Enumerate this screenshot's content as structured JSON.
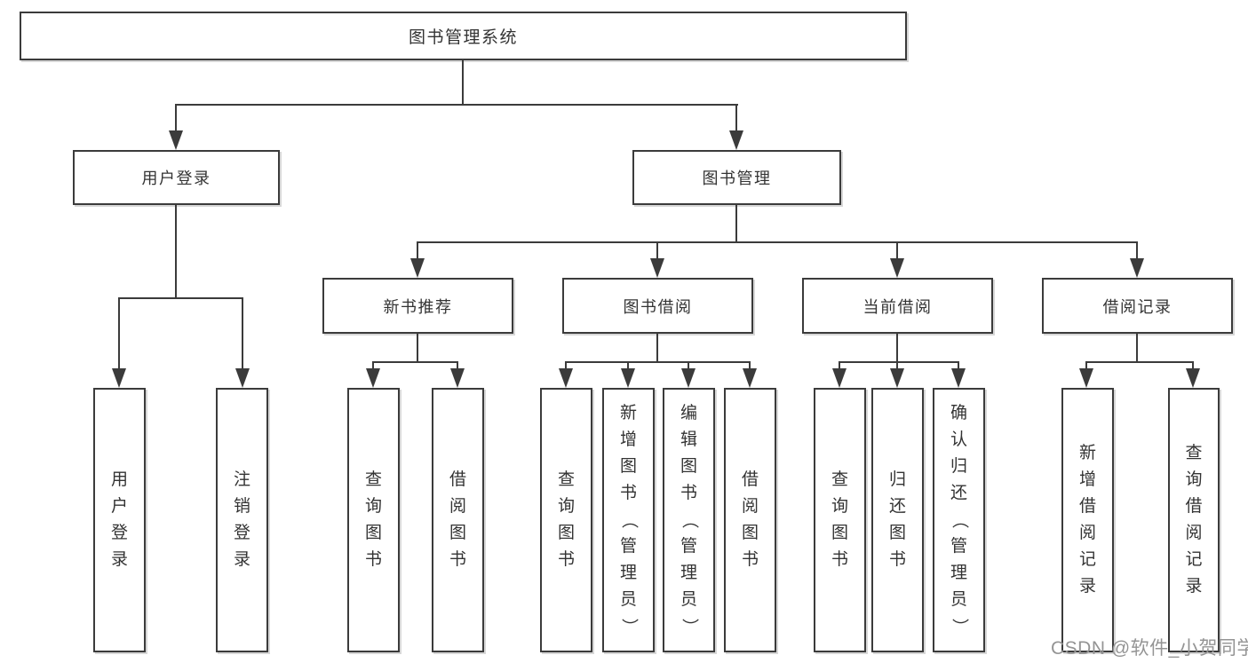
{
  "colors": {
    "line": "#3b3b3b",
    "text": "#333333",
    "watermark": "#949494",
    "background": "#ffffff"
  },
  "watermark": "CSDN @软件_小贺同学",
  "tree": {
    "root": {
      "label": "图书管理系统"
    },
    "branches": [
      {
        "label": "用户登录",
        "children": [
          {
            "label": "用户登录"
          },
          {
            "label": "注销登录"
          }
        ]
      },
      {
        "label": "图书管理",
        "children": [
          {
            "label": "新书推荐",
            "children": [
              {
                "label": "查询图书"
              },
              {
                "label": "借阅图书"
              }
            ]
          },
          {
            "label": "图书借阅",
            "children": [
              {
                "label": "查询图书"
              },
              {
                "label": "新增图书（管理员）"
              },
              {
                "label": "编辑图书（管理员）"
              },
              {
                "label": "借阅图书"
              }
            ]
          },
          {
            "label": "当前借阅",
            "children": [
              {
                "label": "查询图书"
              },
              {
                "label": "归还图书"
              },
              {
                "label": "确认归还（管理员）"
              }
            ]
          },
          {
            "label": "借阅记录",
            "children": [
              {
                "label": "新增借阅记录"
              },
              {
                "label": "查询借阅记录"
              }
            ]
          }
        ]
      }
    ]
  }
}
